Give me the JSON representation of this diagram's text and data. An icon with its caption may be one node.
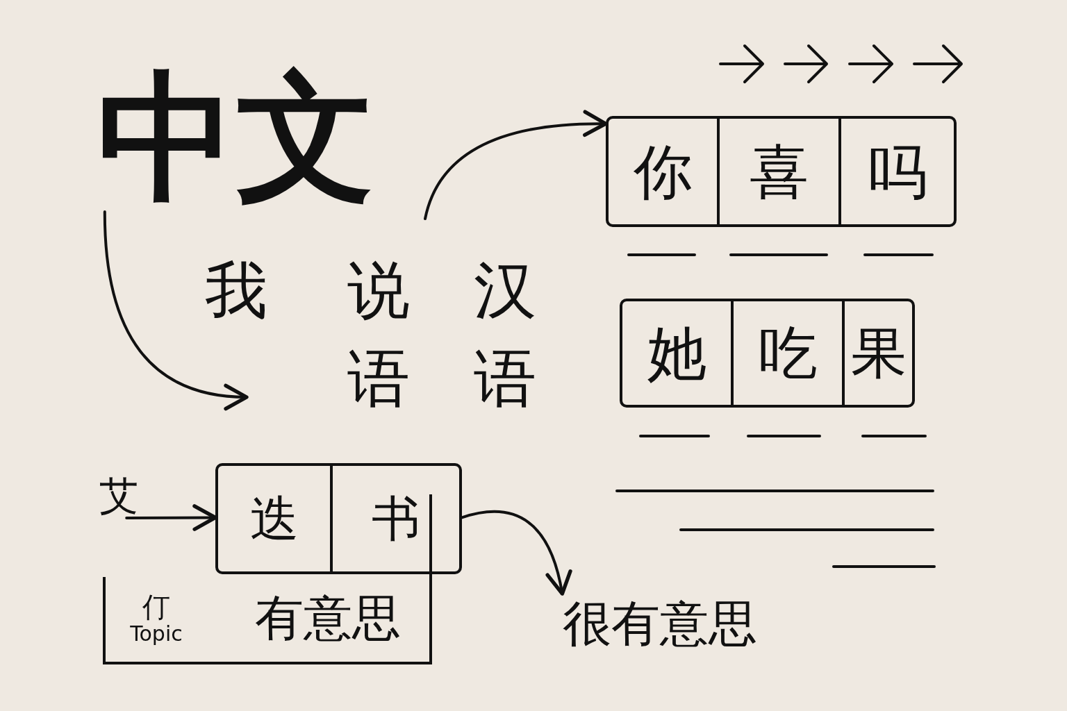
{
  "diagram": {
    "nodes": [
      {
        "text": [
          "中文"
        ]
      },
      {
        "text": [],
        "shape": "box"
      },
      {
        "text": [
          "你"
        ],
        "in": 1
      },
      {
        "text": [
          "喜"
        ],
        "in": 1
      },
      {
        "text": [
          "吗"
        ],
        "in": 1
      },
      {
        "text": [],
        "shape": "box"
      },
      {
        "text": [
          "她"
        ],
        "in": 5
      },
      {
        "text": [
          "吃"
        ],
        "in": 5
      },
      {
        "text": [
          "果"
        ],
        "in": 5
      },
      {
        "text": [
          "艾"
        ]
      },
      {
        "text": [],
        "shape": "box"
      },
      {
        "text": [
          "迭"
        ],
        "in": 10
      },
      {
        "text": [
          "书"
        ],
        "in": 10
      },
      {
        "text": [],
        "shape": "box"
      },
      {
        "text": [
          "仃",
          "Topic"
        ],
        "in": 13
      },
      {
        "text": [
          "有意思"
        ],
        "in": 13
      },
      {
        "text": [
          "很有意思"
        ]
      }
    ],
    "edges": [
      {
        "from": 0,
        "to": null,
        "arrow": "to"
      },
      {
        "from": null,
        "to": 1,
        "arrow": "to"
      },
      {
        "from": 9,
        "to": 10,
        "arrow": "to"
      },
      {
        "from": 10,
        "to": 16,
        "arrow": "to"
      }
    ],
    "labels": [
      "我",
      "说",
      "汉",
      "语",
      "语"
    ]
  }
}
